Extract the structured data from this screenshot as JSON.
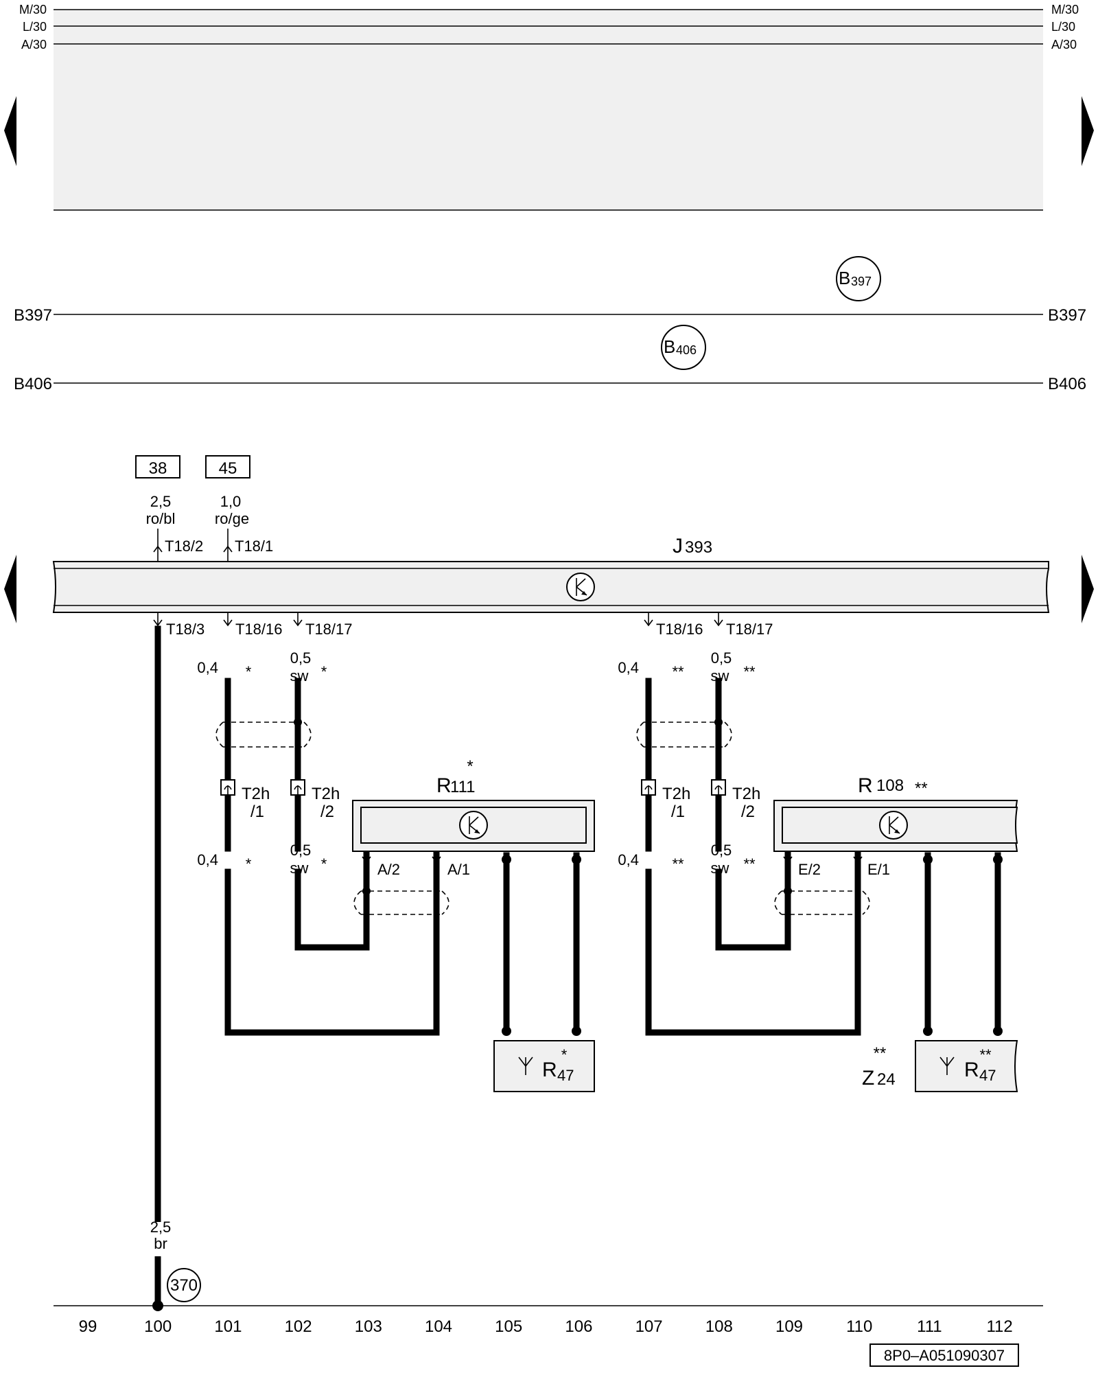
{
  "colors": {
    "line": "#000000",
    "band_fill": "#f0f0f0",
    "component_fill": "#f0f0f0"
  },
  "rails": [
    {
      "key": "m30",
      "label": "M/30"
    },
    {
      "key": "l30",
      "label": "L/30"
    },
    {
      "key": "a30",
      "label": "A/30"
    }
  ],
  "buses": [
    {
      "key": "b397",
      "label": "B397",
      "marker_main": "B",
      "marker_sub": "397"
    },
    {
      "key": "b406",
      "label": "B406",
      "marker_main": "B",
      "marker_sub": "406"
    }
  ],
  "inputs": [
    {
      "ref": "38",
      "wire_size": "2,5",
      "wire_color": "ro/bl",
      "pin": "T18/2"
    },
    {
      "ref": "45",
      "wire_size": "1,0",
      "wire_color": "ro/ge",
      "pin": "T18/1"
    }
  ],
  "control_unit": {
    "main": "J",
    "sub": "393",
    "icon": "transistor-k-icon"
  },
  "outputs": [
    {
      "pin": "T18/3"
    },
    {
      "pin": "T18/16"
    },
    {
      "pin": "T18/17"
    },
    {
      "pin": "T18/16"
    },
    {
      "pin": "T18/17"
    }
  ],
  "wire_labels": {
    "left_a_upper": {
      "size": "0,4",
      "color": "",
      "star": "*"
    },
    "left_b_upper": {
      "size": "0,5",
      "color": "sw",
      "star": "*"
    },
    "left_a_lower": {
      "size": "0,4",
      "color": "",
      "star": "*"
    },
    "left_b_lower": {
      "size": "0,5",
      "color": "sw",
      "star": "*"
    },
    "right_a_upper": {
      "size": "0,4",
      "color": "",
      "star": "**"
    },
    "right_b_upper": {
      "size": "0,5",
      "color": "sw",
      "star": "**"
    },
    "right_a_lower": {
      "size": "0,4",
      "color": "",
      "star": "**"
    },
    "right_b_lower": {
      "size": "0,5",
      "color": "sw",
      "star": "**"
    },
    "ground": {
      "size": "2,5",
      "color": "br"
    }
  },
  "connectors": [
    {
      "name": "T2h",
      "pin": "/1"
    },
    {
      "name": "T2h",
      "pin": "/2"
    },
    {
      "name": "T2h",
      "pin": "/1"
    },
    {
      "name": "T2h",
      "pin": "/2"
    }
  ],
  "components": {
    "r111": {
      "main": "R",
      "sub": "111",
      "star": "*",
      "pins": [
        "A/2",
        "A/1"
      ]
    },
    "r108": {
      "main": "R",
      "sub": "108",
      "star": "**",
      "pins": [
        "E/2",
        "E/1"
      ]
    },
    "r47_left": {
      "main": "R",
      "sub": "47",
      "star": "*"
    },
    "r47_right": {
      "main": "R",
      "sub": "47",
      "star": "**"
    },
    "z24": {
      "main": "Z",
      "sub": "24",
      "star": "**"
    }
  },
  "ground_point": "370",
  "grid_numbers": [
    "99",
    "100",
    "101",
    "102",
    "103",
    "104",
    "105",
    "106",
    "107",
    "108",
    "109",
    "110",
    "111",
    "112"
  ],
  "figure_id": "8P0–A051090307"
}
